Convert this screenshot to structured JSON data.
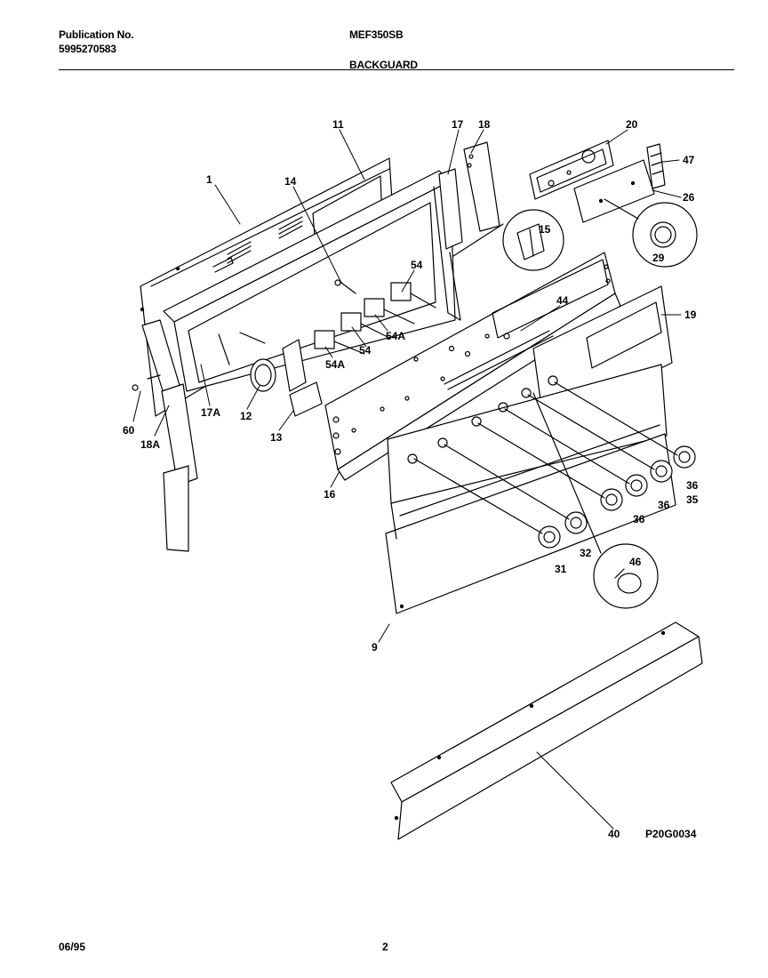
{
  "header": {
    "publication_label": "Publication No.",
    "publication_number": "5995270583",
    "model": "MEF350SB",
    "section": "BACKGUARD"
  },
  "diagram": {
    "code": "P20G0034",
    "callouts": [
      "1",
      "11",
      "14",
      "17",
      "18",
      "20",
      "47",
      "26",
      "15",
      "29",
      "54",
      "19",
      "44",
      "54A",
      "54A",
      "54",
      "60",
      "18A",
      "17A",
      "12",
      "13",
      "16",
      "36",
      "35",
      "36",
      "36",
      "32",
      "31",
      "46",
      "9",
      "40"
    ]
  },
  "footer": {
    "date": "06/95",
    "page": "2"
  }
}
